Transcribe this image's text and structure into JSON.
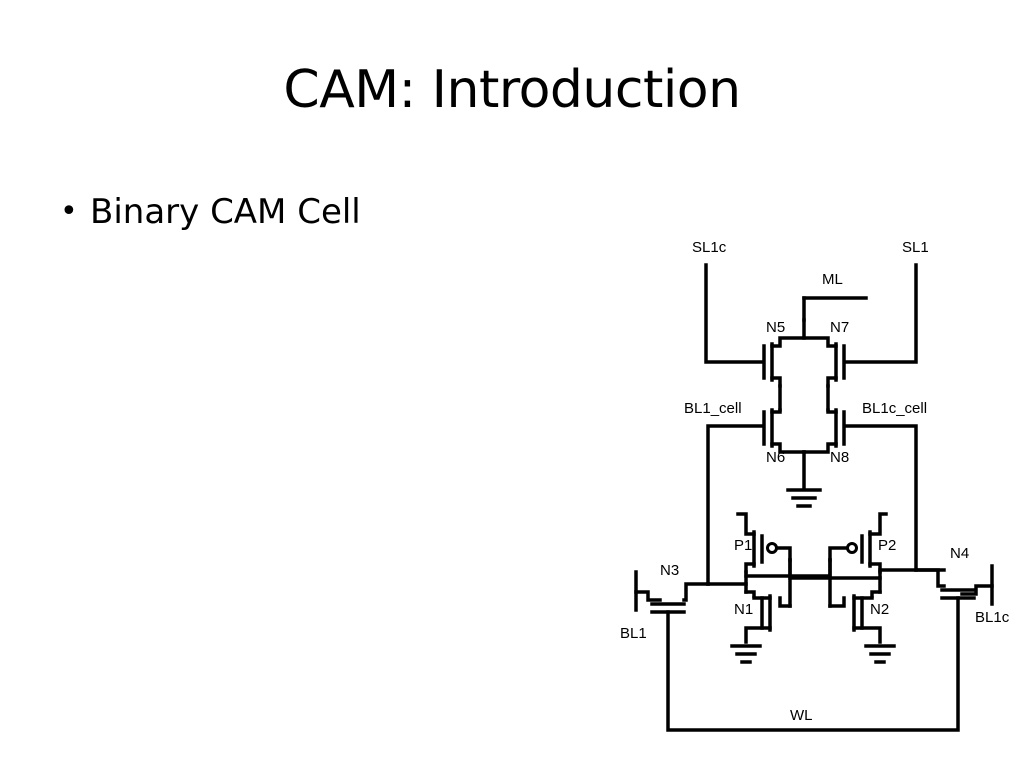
{
  "slide": {
    "title": "CAM: Introduction",
    "bullets": [
      "Binary CAM Cell"
    ]
  },
  "circuit": {
    "labels": {
      "sl1c": "SL1c",
      "sl1": "SL1",
      "ml": "ML",
      "n5": "N5",
      "n7": "N7",
      "bl1_cell": "BL1_cell",
      "bl1c_cell": "BL1c_cell",
      "n6": "N6",
      "n8": "N8",
      "p1": "P1",
      "p2": "P2",
      "n3": "N3",
      "n4": "N4",
      "n1": "N1",
      "n2": "N2",
      "bl1": "BL1",
      "bl1c": "BL1c",
      "wl": "WL"
    },
    "stroke_color": "#000000"
  }
}
